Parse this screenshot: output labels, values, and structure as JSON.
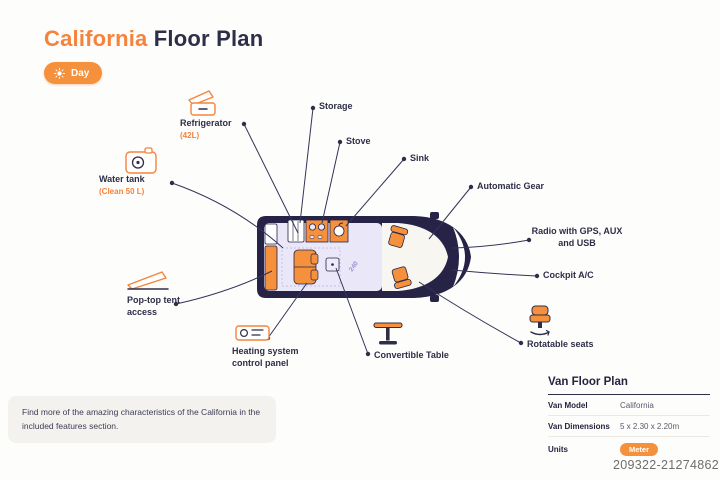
{
  "title": {
    "highlight": "California",
    "rest": " Floor Plan"
  },
  "day_badge": {
    "label": "Day"
  },
  "labels": {
    "refrigerator": {
      "text": "Refrigerator",
      "detail": "(42L)"
    },
    "storage": {
      "text": "Storage"
    },
    "stove": {
      "text": "Stove"
    },
    "sink": {
      "text": "Sink"
    },
    "automatic_gear": {
      "text": "Automatic Gear"
    },
    "radio": {
      "text": "Radio with GPS, AUX and USB"
    },
    "cockpit_ac": {
      "text": "Cockpit A/C"
    },
    "water_tank": {
      "text": "Water tank",
      "detail": "(Clean 50 L)"
    },
    "pop_top": {
      "text": "Pop-top tent access"
    },
    "heating": {
      "text": "Heating system control panel"
    },
    "convertible_table": {
      "text": "Convertible Table"
    },
    "rotatable_seats": {
      "text": "Rotatable seats"
    }
  },
  "van": {
    "floor_label": "240"
  },
  "footer_note": "Find more of the amazing characteristics of the California in the included features section.",
  "info_panel": {
    "title": "Van Floor Plan",
    "rows": [
      {
        "label": "Van Model",
        "value": "California"
      },
      {
        "label": "Van Dimensions",
        "value": "5 x 2.30 x 2.20m"
      },
      {
        "label": "Units",
        "value": "Meter"
      }
    ]
  },
  "watermark": "209322-21274862",
  "colors": {
    "accent": "#f5833c",
    "navy": "#2e2e48",
    "van_body": "#262347",
    "interior": "#eae7f8"
  }
}
